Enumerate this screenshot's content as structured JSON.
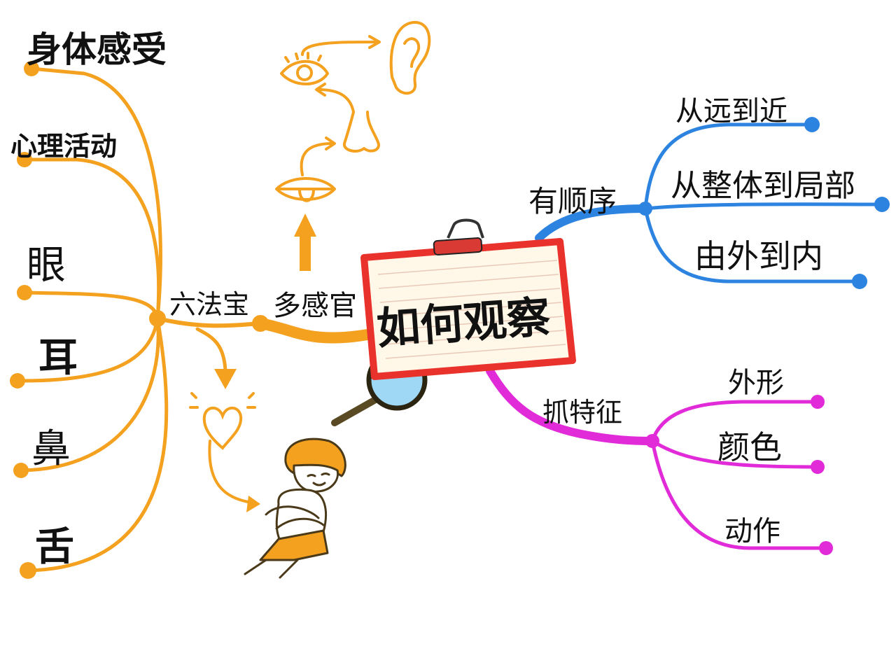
{
  "title": "如何观察",
  "colors": {
    "left_branch": "#F4A11F",
    "blue_branch": "#2D83E0",
    "magenta_branch": "#E12AD8",
    "card_border": "#E8322B",
    "card_fill": "#FFF7E8",
    "clip": "#D93A34",
    "lens": "#9FD8F4",
    "handle": "#5A4A24",
    "ink": "#111111"
  },
  "left": {
    "hub_label": "六法宝",
    "connector_label": "多感官",
    "items": [
      "身体感受",
      "心理活动",
      "眼",
      "耳",
      "鼻",
      "舌"
    ]
  },
  "right_top": {
    "label": "有顺序",
    "items": [
      "从远到近",
      "从整体到局部",
      "由外到内"
    ]
  },
  "right_bottom": {
    "label": "抓特征",
    "items": [
      "外形",
      "颜色",
      "动作"
    ]
  },
  "illustrations": {
    "icons": [
      "ear-icon",
      "eye-icon",
      "nose-icon",
      "mouth-icon",
      "heart-icon",
      "child-icon",
      "magnifier-icon"
    ]
  }
}
